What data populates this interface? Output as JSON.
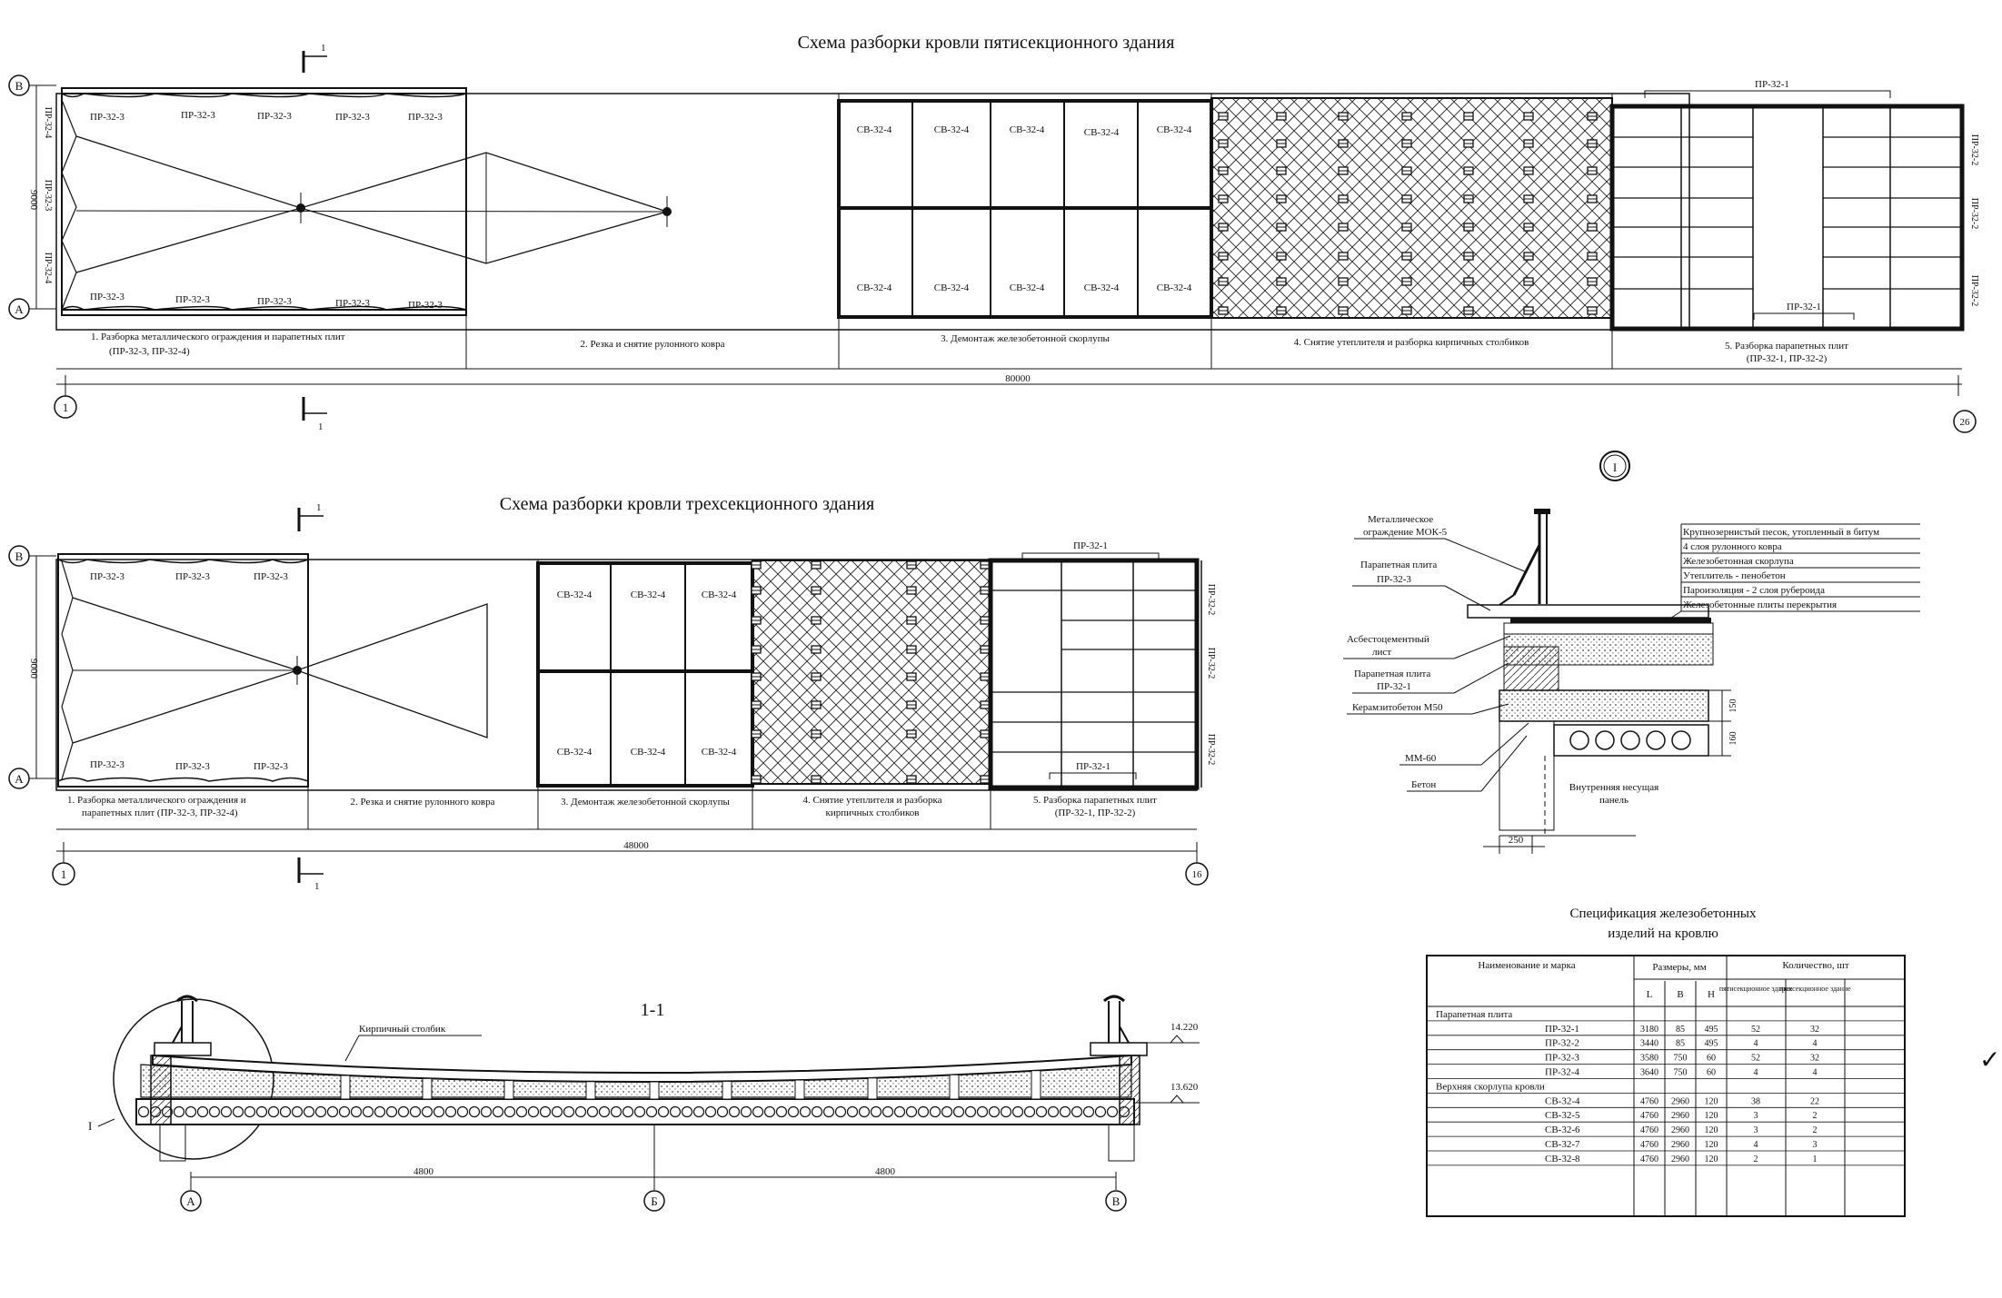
{
  "top_plan": {
    "title": "Схема разборки кровли пятисекционного здания",
    "axis_b": "В",
    "axis_a": "А",
    "axis_start": "1",
    "axis_end": "26",
    "dim_total": "80000",
    "dim_width": "9000",
    "cut_mark": "1",
    "panel_top": [
      "ПР-32-3",
      "ПР-32-3",
      "ПР-32-3",
      "ПР-32-3",
      "ПР-32-3"
    ],
    "panel_bottom": [
      "ПР-32-3",
      "ПР-32-3",
      "ПР-32-3",
      "ПР-32-3",
      "ПР-32-3"
    ],
    "left_edge_labels": [
      "ПР-32-4",
      "ПР-32-3",
      "ПР-32-4"
    ],
    "sv_top": [
      "СВ-32-4",
      "СВ-32-4",
      "СВ-32-4",
      "СВ-32-4",
      "СВ-32-4"
    ],
    "sv_bottom": [
      "СВ-32-4",
      "СВ-32-4",
      "СВ-32-4",
      "СВ-32-4",
      "СВ-32-4"
    ],
    "pr1_top": "ПР-32-1",
    "pr1_bottom": "ПР-32-1",
    "right_edge_labels": [
      "ПР-32-2",
      "ПР-32-2",
      "ПР-32-2"
    ],
    "stages": [
      "1. Разборка металлического ограждения и парапетных плит",
      "(ПР-32-3, ПР-32-4)",
      "2. Резка и снятие рулонного ковра",
      "3. Демонтаж железобетонной скорлупы",
      "4. Снятие утеплителя и разборка кирпичных столбиков",
      "5. Разборка парапетных плит",
      "(ПР-32-1, ПР-32-2)"
    ]
  },
  "mid_plan": {
    "title": "Схема разборки кровли трехсекционного здания",
    "axis_b": "В",
    "axis_a": "А",
    "axis_start": "1",
    "axis_end": "16",
    "dim_total": "48000",
    "dim_width": "9000",
    "cut_mark": "1",
    "panel_top": [
      "ПР-32-3",
      "ПР-32-3",
      "ПР-32-3"
    ],
    "panel_bottom": [
      "ПР-32-3",
      "ПР-32-3",
      "ПР-32-3"
    ],
    "sv_top": [
      "СВ-32-4",
      "СВ-32-4",
      "СВ-32-4"
    ],
    "sv_bottom": [
      "СВ-32-4",
      "СВ-32-4",
      "СВ-32-4"
    ],
    "pr1_top": "ПР-32-1",
    "pr1_bottom": "ПР-32-1",
    "right_edge_labels": [
      "ПР-32-2",
      "ПР-32-2",
      "ПР-32-2"
    ],
    "stages": [
      "1. Разборка металлического ограждения и",
      "парапетных плит (ПР-32-3, ПР-32-4)",
      "2. Резка и снятие рулонного ковра",
      "3. Демонтаж железобетонной скорлупы",
      "4. Снятие утеплителя и разборка",
      "кирпичных столбиков",
      "5. Разборка парапетных плит",
      "(ПР-32-1, ПР-32-2)"
    ]
  },
  "section": {
    "title": "1-1",
    "label_brick": "Кирпичный столбик",
    "elev_top": "14.220",
    "elev_bottom": "13.620",
    "detail_ref": "I",
    "dim_left": "4800",
    "dim_right": "4800",
    "axis_a": "А",
    "axis_b": "Б",
    "axis_v": "В"
  },
  "detail": {
    "callout": "I",
    "left_labels": [
      "Металлическое",
      "ограждение МОК-5",
      "Парапетная плита",
      "ПР-32-3",
      "Асбестоцементный",
      "лист",
      "Парапетная плита",
      "ПР-32-1",
      "Керамзитобетон М50",
      "ММ-60",
      "Бетон"
    ],
    "layers": [
      "Крупнозернистый песок, утопленный в битум",
      "4 слоя рулонного ковра",
      "Железобетонная скорлупа",
      "Утеплитель - пенобетон",
      "Пароизоляция - 2 слоя рубероида",
      "Железобетонные плиты перекрытия"
    ],
    "panel_label": "Внутренняя несущая",
    "panel_label2": "панель",
    "dim_w": "250",
    "dim_h1": "150",
    "dim_h2": "160"
  },
  "spec": {
    "title": "Спецификация железобетонных",
    "title2": "изделий на кровлю",
    "headers": {
      "name": "Наименование и марка",
      "dims": "Размеры, мм",
      "qty": "Количество, шт",
      "l": "L",
      "b": "B",
      "h": "H",
      "q5": "пятисекционное здание",
      "q3": "трехсекционное здание"
    },
    "groups": [
      {
        "name": "Парапетная плита",
        "rows": [
          [
            "ПР-32-1",
            "3180",
            "85",
            "495",
            "52",
            "32"
          ],
          [
            "ПР-32-2",
            "3440",
            "85",
            "495",
            "4",
            "4"
          ],
          [
            "ПР-32-3",
            "3580",
            "750",
            "60",
            "52",
            "32"
          ],
          [
            "ПР-32-4",
            "3640",
            "750",
            "60",
            "4",
            "4"
          ]
        ]
      },
      {
        "name": "Верхняя скорлупа кровли",
        "rows": [
          [
            "СВ-32-4",
            "4760",
            "2960",
            "120",
            "38",
            "22"
          ],
          [
            "СВ-32-5",
            "4760",
            "2960",
            "120",
            "3",
            "2"
          ],
          [
            "СВ-32-6",
            "4760",
            "2960",
            "120",
            "3",
            "2"
          ],
          [
            "СВ-32-7",
            "4760",
            "2960",
            "120",
            "4",
            "3"
          ],
          [
            "СВ-32-8",
            "4760",
            "2960",
            "120",
            "2",
            "1"
          ]
        ]
      }
    ]
  },
  "check_mark": "✓"
}
